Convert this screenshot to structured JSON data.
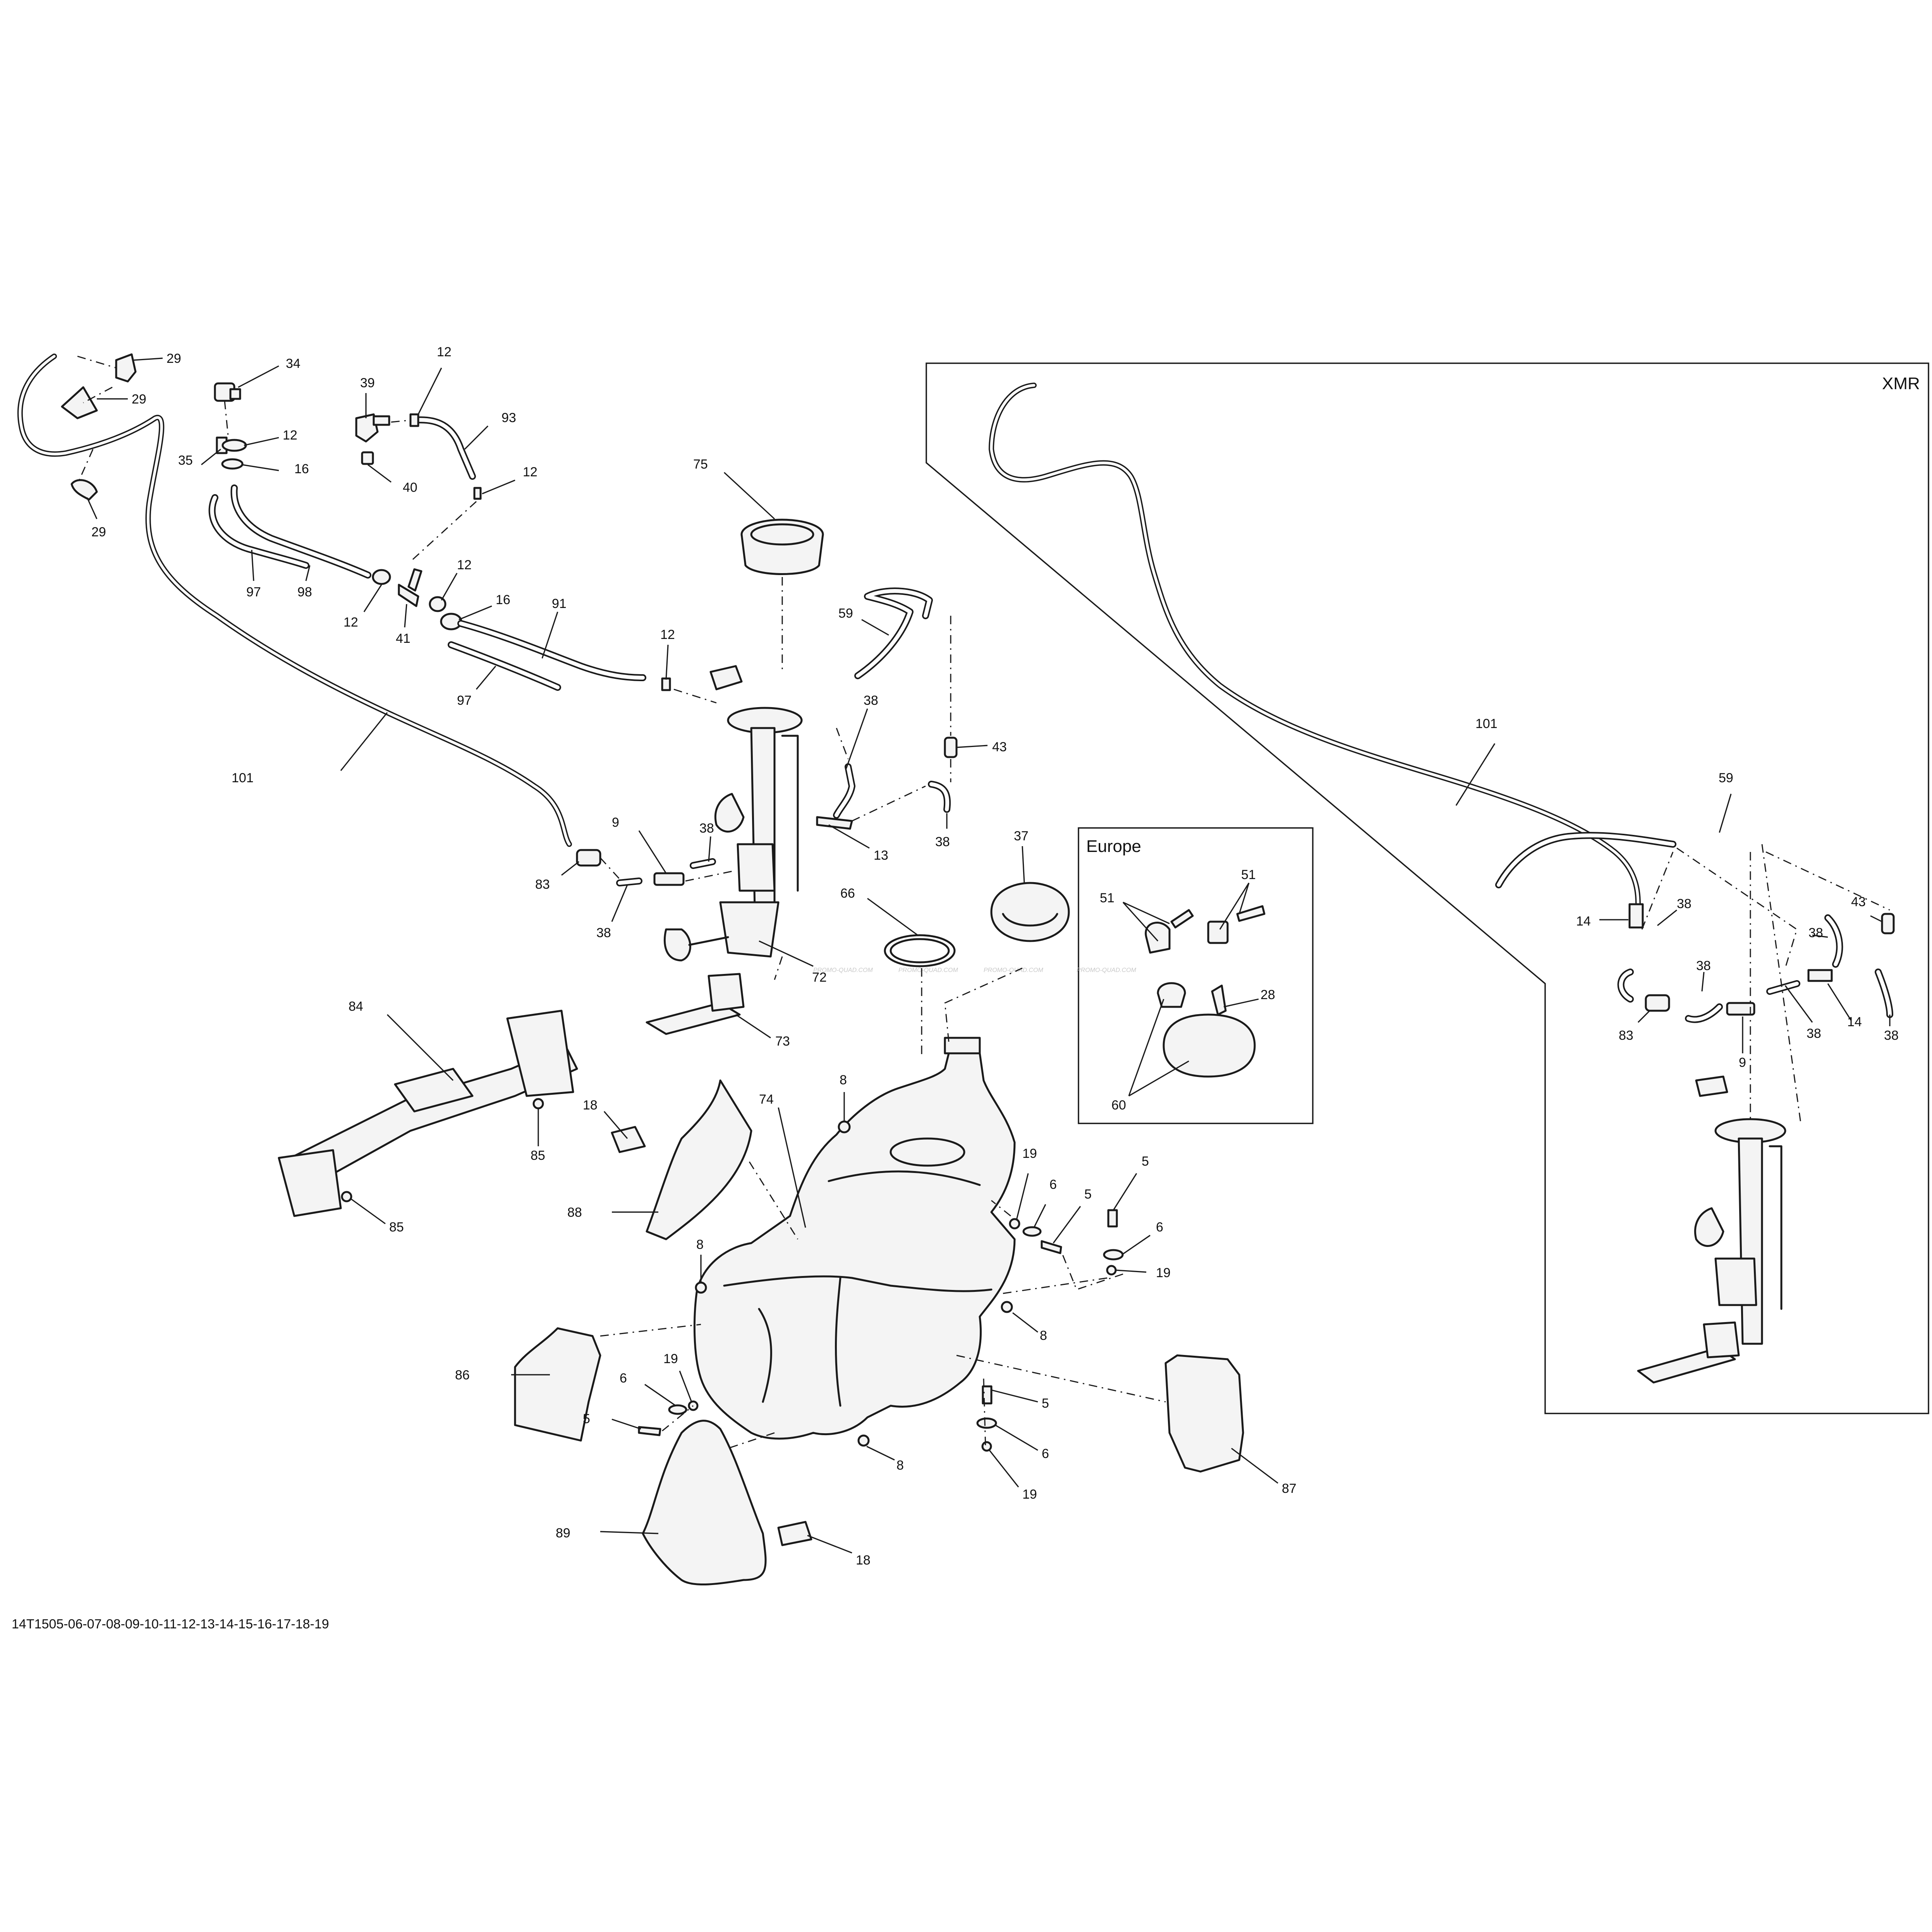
{
  "diagram": {
    "figure_code": "14T1505-06-07-08-09-10-11-12-13-14-15-16-17-18-19",
    "inset_xmr_title": "XMR",
    "inset_europe_title": "Europe",
    "watermark": "PROMO-QUAD.COM",
    "callouts": [
      {
        "id": "c29a",
        "text": "29"
      },
      {
        "id": "c29b",
        "text": "29"
      },
      {
        "id": "c29c",
        "text": "29"
      },
      {
        "id": "c34",
        "text": "34"
      },
      {
        "id": "c35",
        "text": "35"
      },
      {
        "id": "c12a",
        "text": "12"
      },
      {
        "id": "c16a",
        "text": "16"
      },
      {
        "id": "c39",
        "text": "39"
      },
      {
        "id": "c40",
        "text": "40"
      },
      {
        "id": "c12b",
        "text": "12"
      },
      {
        "id": "c93",
        "text": "93"
      },
      {
        "id": "c12c",
        "text": "12"
      },
      {
        "id": "c97a",
        "text": "97"
      },
      {
        "id": "c98",
        "text": "98"
      },
      {
        "id": "c12d",
        "text": "12"
      },
      {
        "id": "c41",
        "text": "41"
      },
      {
        "id": "c12e",
        "text": "12"
      },
      {
        "id": "c16b",
        "text": "16"
      },
      {
        "id": "c91",
        "text": "91"
      },
      {
        "id": "c97b",
        "text": "97"
      },
      {
        "id": "c12f",
        "text": "12"
      },
      {
        "id": "c75",
        "text": "75"
      },
      {
        "id": "c59a",
        "text": "59"
      },
      {
        "id": "c101a",
        "text": "101"
      },
      {
        "id": "c38a",
        "text": "38"
      },
      {
        "id": "c43a",
        "text": "43"
      },
      {
        "id": "c38b",
        "text": "38"
      },
      {
        "id": "c13",
        "text": "13"
      },
      {
        "id": "c9a",
        "text": "9"
      },
      {
        "id": "c38c",
        "text": "38"
      },
      {
        "id": "c83a",
        "text": "83"
      },
      {
        "id": "c38d",
        "text": "38"
      },
      {
        "id": "c72",
        "text": "72"
      },
      {
        "id": "c37",
        "text": "37"
      },
      {
        "id": "c66",
        "text": "66"
      },
      {
        "id": "c73",
        "text": "73"
      },
      {
        "id": "c84",
        "text": "84"
      },
      {
        "id": "c85a",
        "text": "85"
      },
      {
        "id": "c85b",
        "text": "85"
      },
      {
        "id": "c18a",
        "text": "18"
      },
      {
        "id": "c88",
        "text": "88"
      },
      {
        "id": "c8a",
        "text": "8"
      },
      {
        "id": "c74",
        "text": "74"
      },
      {
        "id": "c8b",
        "text": "8"
      },
      {
        "id": "c19a",
        "text": "19"
      },
      {
        "id": "c6a",
        "text": "6"
      },
      {
        "id": "c5a",
        "text": "5"
      },
      {
        "id": "c5b",
        "text": "5"
      },
      {
        "id": "c6b",
        "text": "6"
      },
      {
        "id": "c19b",
        "text": "19"
      },
      {
        "id": "c8c",
        "text": "8"
      },
      {
        "id": "c86",
        "text": "86"
      },
      {
        "id": "c19c",
        "text": "19"
      },
      {
        "id": "c6c",
        "text": "6"
      },
      {
        "id": "c5c",
        "text": "5"
      },
      {
        "id": "c5d",
        "text": "5"
      },
      {
        "id": "c6d",
        "text": "6"
      },
      {
        "id": "c8d",
        "text": "8"
      },
      {
        "id": "c19d",
        "text": "19"
      },
      {
        "id": "c87",
        "text": "87"
      },
      {
        "id": "c89",
        "text": "89"
      },
      {
        "id": "c18b",
        "text": "18"
      },
      {
        "id": "c51a",
        "text": "51"
      },
      {
        "id": "c51b",
        "text": "51"
      },
      {
        "id": "c28",
        "text": "28"
      },
      {
        "id": "c60",
        "text": "60"
      },
      {
        "id": "c101b",
        "text": "101"
      },
      {
        "id": "c59b",
        "text": "59"
      },
      {
        "id": "c14a",
        "text": "14"
      },
      {
        "id": "c38e",
        "text": "38"
      },
      {
        "id": "c43b",
        "text": "43"
      },
      {
        "id": "c38f",
        "text": "38"
      },
      {
        "id": "c38g",
        "text": "38"
      },
      {
        "id": "c38h",
        "text": "38"
      },
      {
        "id": "c83b",
        "text": "83"
      },
      {
        "id": "c9b",
        "text": "9"
      },
      {
        "id": "c38i",
        "text": "38"
      },
      {
        "id": "c14b",
        "text": "14"
      }
    ]
  }
}
